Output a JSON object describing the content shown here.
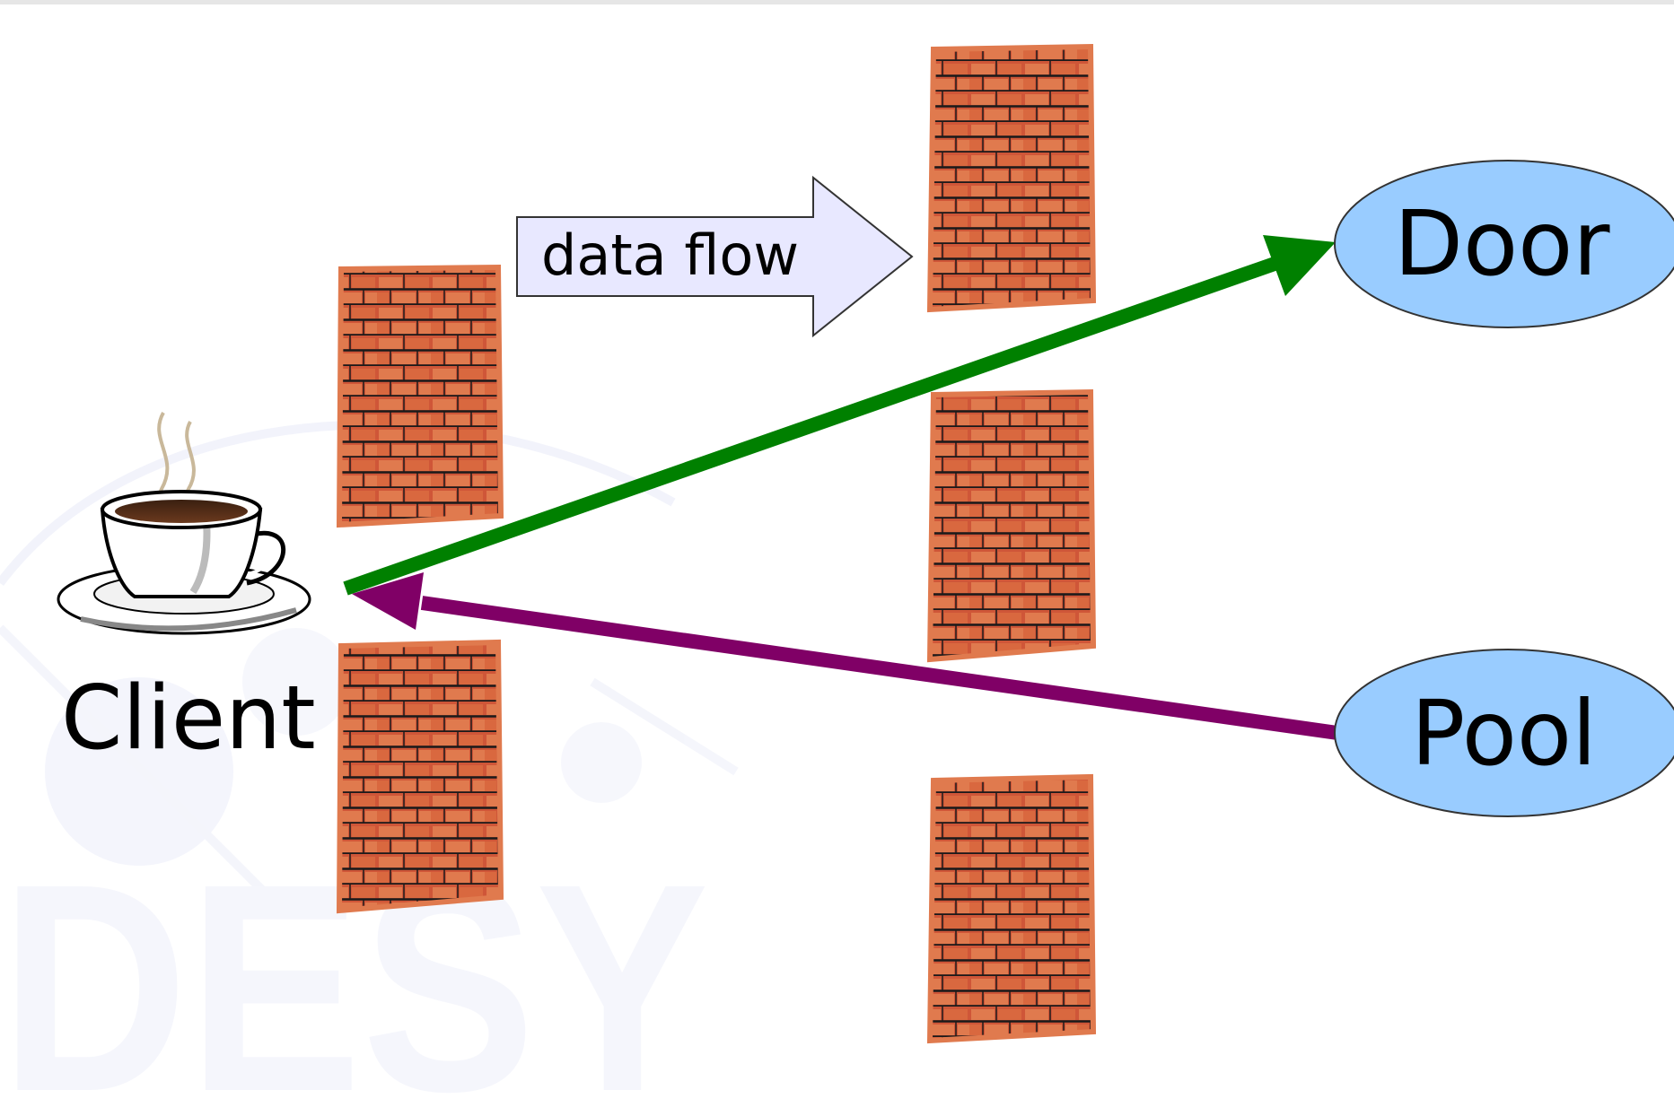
{
  "watermark": {
    "text": "DESY"
  },
  "client": {
    "label": "Client",
    "icon": "coffee-cup-icon"
  },
  "data_flow": {
    "label": "data flow"
  },
  "door": {
    "label": "Door"
  },
  "pool": {
    "label": "Pool"
  },
  "colors": {
    "brick": "#d2583c",
    "brick_light": "#e27d52",
    "mortar": "#1a1a1a",
    "arrow_green": "#008000",
    "arrow_purple": "#800066",
    "node_fill": "#99ccff",
    "flow_box_fill": "#e8e8ff"
  }
}
